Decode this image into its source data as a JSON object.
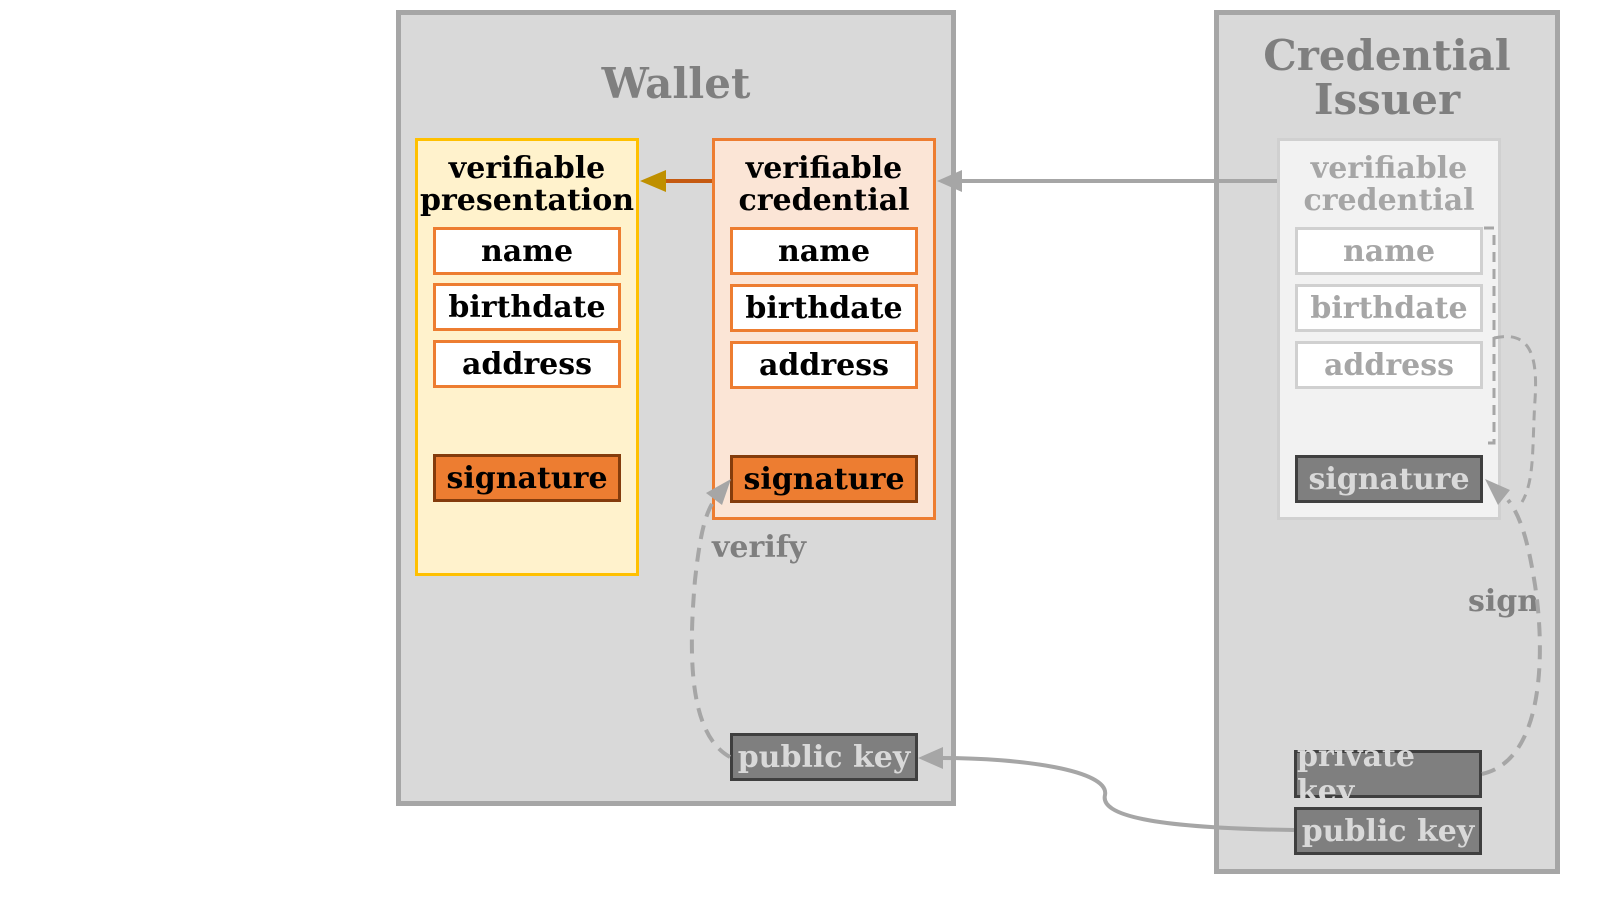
{
  "wallet": {
    "title": "Wallet",
    "presentation": {
      "title": "verifiable\npresentation",
      "fields": [
        "name",
        "birthdate",
        "address"
      ],
      "signature": "signature"
    },
    "credential": {
      "title": "verifiable\ncredential",
      "fields": [
        "name",
        "birthdate",
        "address"
      ],
      "signature": "signature"
    },
    "public_key": "public key",
    "verify_label": "verify"
  },
  "issuer": {
    "title": "Credential\nIssuer",
    "credential": {
      "title": "verifiable\ncredential",
      "fields": [
        "name",
        "birthdate",
        "address"
      ],
      "signature": "signature"
    },
    "private_key": "private key",
    "public_key": "public key",
    "sign_label": "sign"
  },
  "colors": {
    "panel_bg": "#d9d9d9",
    "panel_border": "#a6a6a6",
    "presentation_bg": "#fff2cc",
    "presentation_border": "#ffc000",
    "credential_bg": "#fbe5d6",
    "accent_orange": "#ed7d31",
    "key_bg": "#7f7f7f",
    "arrow_gray": "#a6a6a6"
  }
}
